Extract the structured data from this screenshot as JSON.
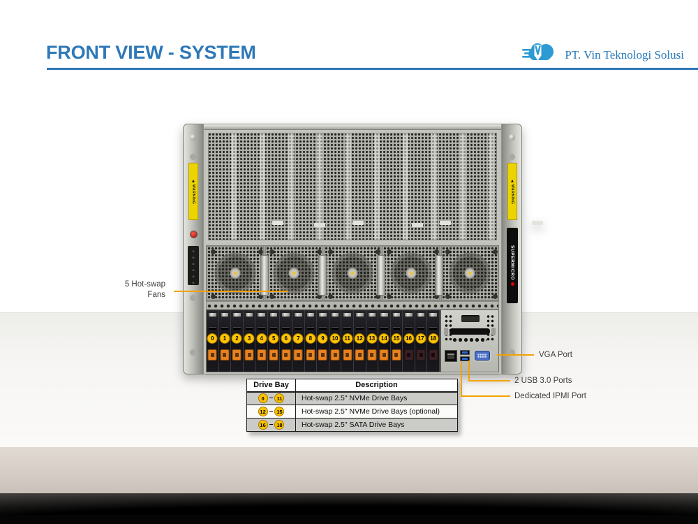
{
  "slide": {
    "title": "FRONT VIEW - SYSTEM",
    "logo_text": "PT. Vin Teknologi Solusi"
  },
  "annotations": {
    "fans_label": "5 Hot-swap\nFans",
    "vga_label": "VGA Port",
    "usb_label": "2 USB 3.0 Ports",
    "ipmi_label": "Dedicated IPMI Port"
  },
  "server": {
    "brand": "SUPERMICRO",
    "warning": "WARNING",
    "drive_bay_numbers": [
      0,
      1,
      2,
      3,
      4,
      5,
      6,
      7,
      8,
      9,
      10,
      11,
      12,
      13,
      14,
      15,
      16,
      17,
      18
    ],
    "sata_start_number": 16,
    "fan_count": 5
  },
  "table": {
    "headers": [
      "Drive Bay",
      "Description"
    ],
    "rows": [
      {
        "from": "0",
        "to": "11",
        "description": "Hot-swap 2.5\" NVMe Drive Bays"
      },
      {
        "from": "12",
        "to": "15",
        "description": "Hot-swap 2.5\" NVMe Drive Bays (optional)"
      },
      {
        "from": "16",
        "to": "18",
        "description": "Hot-swap 2.5\" SATA Drive Bays"
      }
    ]
  },
  "colors": {
    "accent_blue": "#2E78B8",
    "callout_orange": "#F2A300",
    "badge_yellow": "#FFC400"
  }
}
